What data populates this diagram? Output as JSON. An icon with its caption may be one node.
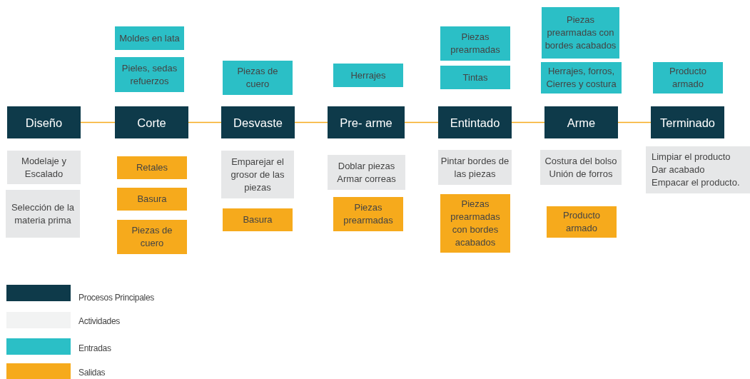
{
  "diagram": {
    "nodes": [
      {
        "text": [
          "Diseño"
        ]
      },
      {
        "text": [
          "Corte"
        ]
      },
      {
        "text": [
          "Desvaste"
        ]
      },
      {
        "text": [
          "Pre- arme"
        ]
      },
      {
        "text": [
          "Entintado"
        ]
      },
      {
        "text": [
          "Arme"
        ]
      },
      {
        "text": [
          "Terminado"
        ]
      },
      {
        "text": [
          "Moldes en lata"
        ]
      },
      {
        "text": [
          "Pieles, sedas refuerzos"
        ]
      },
      {
        "text": [
          "Piezas de cuero"
        ]
      },
      {
        "text": [
          "Herrajes"
        ]
      },
      {
        "text": [
          "Piezas prearmadas"
        ]
      },
      {
        "text": [
          "Tintas"
        ]
      },
      {
        "text": [
          "Piezas prearmadas con bordes acabados"
        ]
      },
      {
        "text": [
          "Herrajes, forros, Cierres y costura"
        ]
      },
      {
        "text": [
          "Producto armado"
        ]
      },
      {
        "text": [
          "Modelaje y Escalado"
        ]
      },
      {
        "text": [
          "Selección de la materia prima"
        ]
      },
      {
        "text": [
          "Emparejar el grosor de las piezas"
        ]
      },
      {
        "text": [
          "Doblar piezas",
          "Armar correas"
        ]
      },
      {
        "text": [
          "Pintar bordes de las piezas"
        ]
      },
      {
        "text": [
          "Costura del bolso",
          "Unión de forros"
        ]
      },
      {
        "text": [
          "Limpiar el producto",
          "Dar acabado",
          "Empacar el producto."
        ]
      },
      {
        "text": [
          "Retales"
        ]
      },
      {
        "text": [
          "Basura"
        ]
      },
      {
        "text": [
          "Piezas de cuero"
        ]
      },
      {
        "text": [
          "Basura"
        ]
      },
      {
        "text": [
          "Piezas prearmadas"
        ]
      },
      {
        "text": [
          "Piezas prearmadas con bordes acabados"
        ]
      },
      {
        "text": [
          "Producto armado"
        ]
      }
    ],
    "edges": [
      {
        "from": 0,
        "to": 1,
        "arrow": "none"
      },
      {
        "from": 1,
        "to": 2,
        "arrow": "none"
      },
      {
        "from": 2,
        "to": 3,
        "arrow": "none"
      },
      {
        "from": 3,
        "to": 4,
        "arrow": "none"
      },
      {
        "from": 4,
        "to": 5,
        "arrow": "none"
      },
      {
        "from": 5,
        "to": 6,
        "arrow": "none"
      }
    ],
    "legend": [
      {
        "text": "Procesos Principales",
        "color": "#0e3a4a"
      },
      {
        "text": "Actividades",
        "color": "#f2f3f3"
      },
      {
        "text": "Entradas",
        "color": "#2bbfc6"
      },
      {
        "text": "Salidas",
        "color": "#f6aa1c"
      }
    ]
  }
}
